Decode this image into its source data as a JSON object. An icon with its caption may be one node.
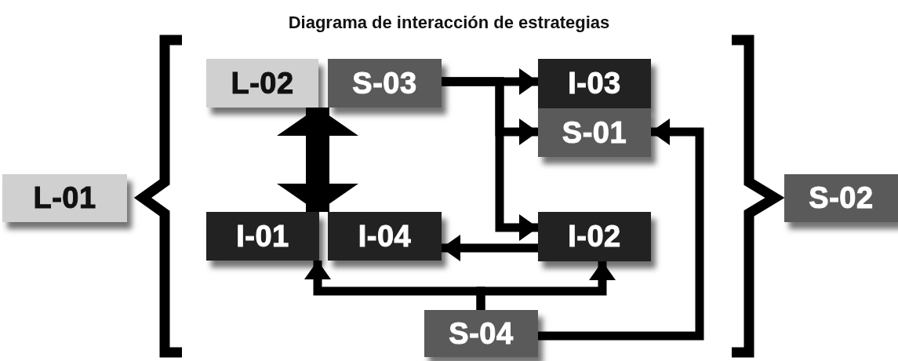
{
  "diagram": {
    "title": "Diagrama de interacción de estrategias",
    "nodes": [
      {
        "text": [
          "L-01"
        ]
      },
      {
        "text": [
          "L-02"
        ]
      },
      {
        "text": [
          "S-03"
        ]
      },
      {
        "text": [
          "I-03"
        ]
      },
      {
        "text": [
          "S-01"
        ]
      },
      {
        "text": [
          "I-01"
        ]
      },
      {
        "text": [
          "I-04"
        ]
      },
      {
        "text": [
          "I-02"
        ]
      },
      {
        "text": [
          "S-04"
        ]
      },
      {
        "text": [
          "S-02"
        ]
      }
    ],
    "edges": [
      {
        "from": 2,
        "to": 3,
        "arrow": "to"
      },
      {
        "from": 2,
        "to": 4,
        "arrow": "to"
      },
      {
        "from": 2,
        "to": 7,
        "arrow": "to"
      },
      {
        "from": 1,
        "to": 5,
        "arrow": "both",
        "style": "thick"
      },
      {
        "from": 7,
        "to": 6,
        "arrow": "to"
      },
      {
        "from": 8,
        "to": 5,
        "arrow": "to"
      },
      {
        "from": 8,
        "to": 7,
        "arrow": "to"
      },
      {
        "from": 8,
        "to": 4,
        "arrow": "to"
      }
    ]
  }
}
